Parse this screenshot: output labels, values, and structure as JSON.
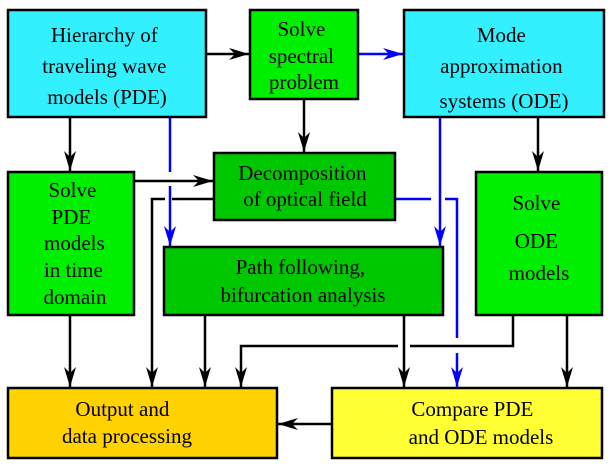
{
  "colors": {
    "cyan": "#33F0FF",
    "bright_green": "#00EE00",
    "dark_green": "#00C800",
    "gold": "#FFD200",
    "yellow": "#FFFF33",
    "black_arrow": "#000000",
    "blue_arrow": "#0000FF"
  },
  "boxes": {
    "hierarchy": {
      "lines": [
        "Hierarchy of",
        "traveling wave",
        "models  (PDE)"
      ]
    },
    "spectral": {
      "lines": [
        "Solve",
        "spectral",
        "problem"
      ]
    },
    "mode": {
      "lines": [
        "Mode",
        "approximation",
        "systems  (ODE)"
      ]
    },
    "decomposition": {
      "lines": [
        "Decomposition",
        "of optical field"
      ]
    },
    "solve_pde": {
      "lines": [
        "Solve",
        "PDE",
        "models",
        "in time",
        "domain"
      ]
    },
    "path": {
      "lines": [
        "Path following,",
        "bifurcation analysis"
      ]
    },
    "solve_ode": {
      "lines": [
        "Solve",
        "ODE",
        "models"
      ]
    },
    "output": {
      "lines": [
        "Output  and",
        "data processing"
      ]
    },
    "compare": {
      "lines": [
        "Compare PDE",
        "and ODE models"
      ]
    }
  }
}
